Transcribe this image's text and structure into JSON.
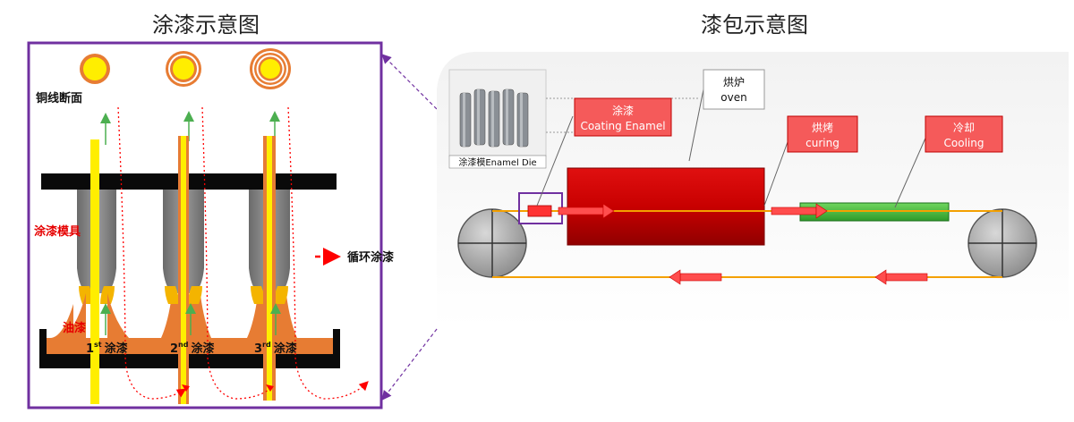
{
  "left_panel": {
    "title": "涂漆示意图",
    "wire_section_label": "铜线断面",
    "die_label": "涂漆模具",
    "paint_label": "油漆",
    "circulation_label": "循环涂漆",
    "passes": [
      {
        "num": "1",
        "sup": "st",
        "text": "涂漆"
      },
      {
        "num": "2",
        "sup": "nd",
        "text": "涂漆"
      },
      {
        "num": "3",
        "sup": "rd",
        "text": "涂漆"
      }
    ]
  },
  "right_panel": {
    "title": "漆包示意图",
    "die_photo_caption": "涂漆模Enamel Die",
    "callouts": {
      "coating": {
        "zh": "涂漆",
        "en": "Coating Enamel"
      },
      "oven": {
        "zh": "烘炉",
        "en": "oven"
      },
      "curing": {
        "zh": "烘烤",
        "en": "curing"
      },
      "cooling": {
        "zh": "冷却",
        "en": "Cooling"
      }
    }
  },
  "colors": {
    "frame_purple": "#7030a0",
    "wire_yellow": "#ffee00",
    "copper_orange": "#e77c33",
    "die_gray": "#7f7f7f",
    "oven_red": "#d9001b",
    "cooling_green": "#4cc23e",
    "label_red": "#ff0000",
    "guide_green": "#4caf50"
  }
}
